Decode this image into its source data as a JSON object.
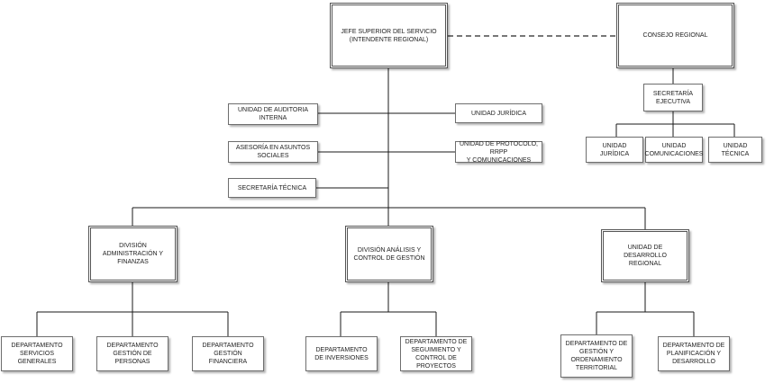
{
  "org": {
    "head": "JEFE SUPERIOR DEL SERVICIO\n(INTENDENTE REGIONAL)",
    "council": "CONSEJO REGIONAL",
    "council_secretary": "SECRETARÍA\nEJECUTIVA",
    "council_legal": "UNIDAD JURÍDICA",
    "council_comms": "UNIDAD\nCOMUNICACIONES",
    "council_tech": "UNIDAD TÉCNICA",
    "audit": "UNIDAD DE AUDITORIA\nINTERNA",
    "legal": "UNIDAD  JURÍDICA",
    "social": "ASESORÍA EN ASUNTOS\nSOCIALES",
    "protocol": "UNIDAD DE PROTOCOLO, RRPP\nY COMUNICACIONES",
    "tech_secretary": "SECRETARÍA TÉCNICA",
    "div_admin": "DIVISIÓN ADMINISTRACIÓN Y\nFINANZAS",
    "div_analysis": "DIVISIÓN ANÁLISIS Y\nCONTROL DE GESTIÓN",
    "div_dev": "UNIDAD DE DESARROLLO\nREGIONAL",
    "dept_general": "DEPARTAMENTO\nSERVICIOS GENERALES",
    "dept_people": "DEPARTAMENTO\nGESTIÓN DE PERSONAS",
    "dept_finance": "DEPARTAMENTO\nGESTIÓN FINANCIERA",
    "dept_investments": "DEPARTAMENTO\nDE INVERSIONES",
    "dept_monitoring": "DEPARTAMENTO DE\nSEGUIMIENTO Y\nCONTROL DE PROYECTOS",
    "dept_territorial": "DEPARTAMENTO DE\nGESTIÓN Y\nORDENAMIENTO\nTERRITORIAL",
    "dept_planning": "DEPARTAMENTO DE\nPLANIFICACIÓN Y\nDESARROLLO"
  }
}
